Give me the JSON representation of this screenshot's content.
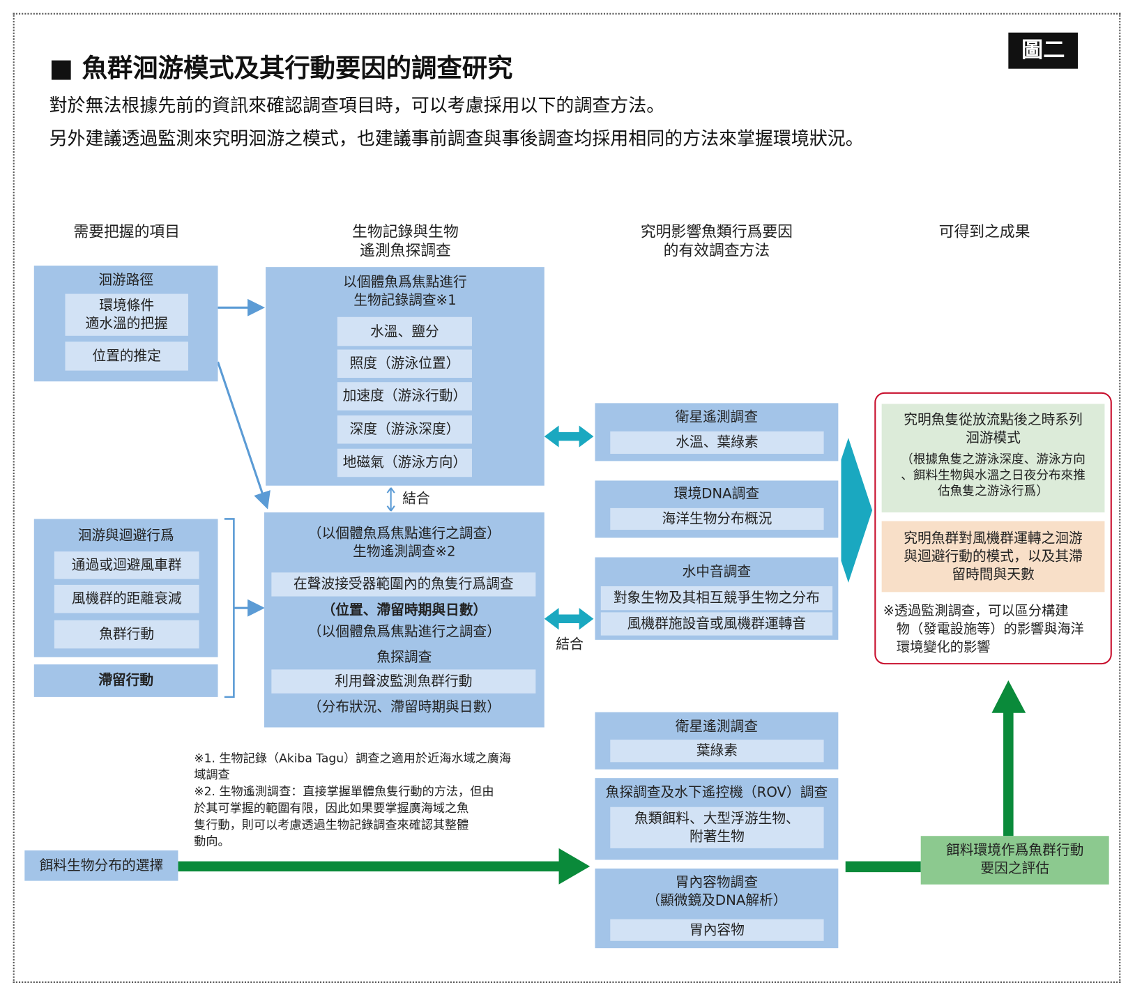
{
  "header": {
    "title": "■ 魚群洄游模式及其行動要因的調查研究",
    "badge": "圖二",
    "subtitle_1": "對於無法根據先前的資訊來確認調查項目時，可以考慮採用以下的調查方法。",
    "subtitle_2": "另外建議透過監測來究明洄游之模式，也建議事前調查與事後調查均採用相同的方法來掌握環境狀況。"
  },
  "columns": [
    "需要把握的項目",
    "生物記錄與生物\n遙測魚探調查",
    "究明影響魚類行爲要因\n的有效調查方法",
    "可得到之成果"
  ],
  "left": {
    "migration_route": {
      "title": "洄游路徑",
      "items": [
        "環境條件\n適水溫的把握",
        "位置的推定"
      ]
    },
    "avoidance": {
      "title": "洄游與迴避行爲",
      "items": [
        "通過或迴避風車群",
        "風機群的距離衰減",
        "魚群行動"
      ]
    },
    "stay": "滯留行動",
    "feed": "餌料生物分布的選擇"
  },
  "middle": {
    "biologging": {
      "title": "以個體魚爲焦點進行\n生物記錄調查※1",
      "items": [
        "水溫、鹽分",
        "照度（游泳位置）",
        "加速度（游泳行動）",
        "深度（游泳深度）",
        "地磁氣（游泳方向）"
      ]
    },
    "combine": "結合",
    "telemetry": {
      "line1": "（以個體魚爲焦點進行之調查）\n生物遙測調查※2",
      "item1": "在聲波接受器範圍內的魚隻行爲調查",
      "bold": "（位置、滯留時期與日數）",
      "line2": "（以個體魚爲焦點進行之調查）",
      "line3": "魚探調查",
      "item2": "利用聲波監測魚群行動",
      "line4": "（分布狀況、滯留時期與日數）"
    }
  },
  "methods": {
    "satellite": {
      "title": "衛星遙測調查",
      "item": "水溫、葉綠素"
    },
    "edna": {
      "title": "環境DNA調查",
      "item": "海洋生物分布概況"
    },
    "acoustic": {
      "title": "水中音調查",
      "items": [
        "對象生物及其相互競爭生物之分布",
        "風機群施設音或風機群運轉音"
      ]
    },
    "combine": "結合",
    "satellite2": {
      "title": "衛星遙測調查",
      "item": "葉綠素"
    },
    "rov": {
      "title": "魚探調查及水下遙控機（ROV）調查",
      "item": "魚類餌料、大型浮游生物、\n附著生物"
    },
    "stomach": {
      "title": "胃內容物調查\n（顯微鏡及DNA解析）",
      "item": "胃內容物"
    }
  },
  "results": {
    "green": "究明魚隻從放流點後之時系列\n洄游模式",
    "green_sub": "（根據魚隻之游泳深度、游泳方向\n、餌料生物與水溫之日夜分布來推\n估魚隻之游泳行爲）",
    "orange": "究明魚群對風機群運轉之洄游\n與迴避行動的模式，以及其滯\n留時間與天數",
    "note": "※透過監測調查，可以區分構建\n　物（發電設施等）的影響與海洋\n　環境變化的影響",
    "feed_eval": "餌料環境作爲魚群行動\n要因之評估"
  },
  "footnotes": [
    "※1. 生物記錄（Akiba Tagu）調查之適用於近海水域之廣海\n      域調查",
    "※2. 生物遙測調查：直接掌握單體魚隻行動的方法，但由\n      於其可掌握的範圍有限，因此如果要掌握廣海域之魚\n      隻行動，則可以考慮透過生物記錄調查來確認其整體\n      動向。"
  ],
  "colors": {
    "box": "#a3c4e8",
    "inner": "#d2e2f5",
    "teal": "#1aa8c0",
    "green": "#0a8a3a",
    "red": "#c8102e"
  }
}
